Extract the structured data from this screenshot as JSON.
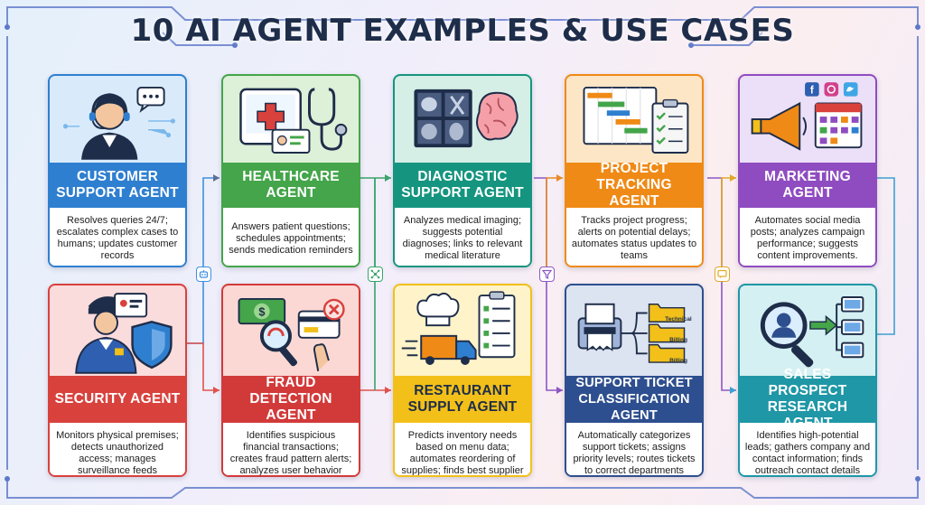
{
  "title": "10 AI AGENT EXAMPLES & USE CASES",
  "colors": {
    "navy": "#1e2d49",
    "blue": "#2f7fd0",
    "green": "#44a54a",
    "teal": "#15957f",
    "orange": "#ef8a16",
    "purple": "#8f4cc0",
    "red": "#d9413d",
    "crimson": "#d23a3a",
    "yellow": "#f2c019",
    "indigo": "#2e4f8f",
    "cyan": "#1f97a6"
  },
  "cards": [
    {
      "id": "customer-support",
      "title": "CUSTOMER SUPPORT AGENT",
      "desc": "Resolves queries 24/7; escalates complex cases to humans; updates customer records",
      "icon": "support-agent-headset-icon"
    },
    {
      "id": "healthcare",
      "title": "HEALTHCARE AGENT",
      "desc": "Answers patient questions; schedules appointments; sends medication reminders",
      "icon": "medical-tablet-stethoscope-icon"
    },
    {
      "id": "diagnostic",
      "title": "DIAGNOSTIC SUPPORT AGENT",
      "desc": "Analyzes medical imaging; suggests potential diagnoses; links to relevant medical literature",
      "icon": "xray-brain-icon"
    },
    {
      "id": "project-tracking",
      "title": "PROJECT TRACKING AGENT",
      "desc": "Tracks project progress; alerts on potential delays; automates status updates to teams",
      "icon": "gantt-checklist-icon"
    },
    {
      "id": "marketing",
      "title": "MARKETING AGENT",
      "desc": "Automates social media posts; analyzes campaign performance; suggests content improvements.",
      "icon": "megaphone-calendar-icon"
    },
    {
      "id": "security",
      "title": "SECURITY AGENT",
      "desc": "Monitors physical premises; detects unauthorized access; manages surveillance feeds",
      "icon": "guard-shield-icon"
    },
    {
      "id": "fraud",
      "title": "FRAUD DETECTION AGENT",
      "desc": "Identifies suspicious financial transactions; creates fraud pattern alerts; analyzes user behavior",
      "icon": "money-magnifier-card-icon"
    },
    {
      "id": "restaurant",
      "title": "RESTAURANT SUPPLY AGENT",
      "desc": "Predicts inventory needs based on menu data; automates reordering of supplies; finds best supplier prices",
      "icon": "chef-hat-truck-icon"
    },
    {
      "id": "ticket",
      "title": "SUPPORT TICKET CLASSIFICATION AGENT",
      "desc": "Automatically categorizes support tickets; assigns priority levels; routes tickets to correct departments",
      "icon": "ticket-folders-icon",
      "folders": [
        "Technical",
        "Billing",
        "Billing"
      ]
    },
    {
      "id": "sales",
      "title": "SALES PROSPECT RESEARCH AGENT",
      "desc": "Identifies high-potential leads; gathers company and contact information; finds outreach contact details",
      "icon": "magnifier-network-icon"
    }
  ]
}
